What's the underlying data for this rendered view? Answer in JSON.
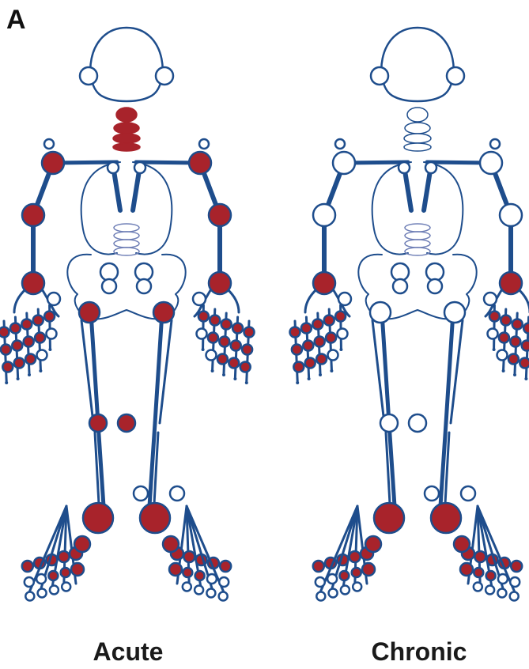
{
  "panel_label": "A",
  "colors": {
    "bone": "#1e4d8c",
    "inflamed": "#a8232b",
    "normal": "#ffffff"
  },
  "figures": [
    {
      "caption": "Acute",
      "inflamed": {
        "cervical_spine": true,
        "acromioclavicular": true,
        "shoulder": true,
        "elbow": true,
        "wrist": false,
        "hip": true,
        "knee": true,
        "ankle": true,
        "hand_small_joints": true,
        "foot_small_joints": true
      }
    },
    {
      "caption": "Chronic",
      "inflamed": {
        "cervical_spine": false,
        "acromioclavicular": false,
        "shoulder": false,
        "elbow": true,
        "wrist": false,
        "hip": false,
        "knee": false,
        "ankle": true,
        "hand_small_joints": true,
        "foot_small_joints": true
      }
    }
  ]
}
